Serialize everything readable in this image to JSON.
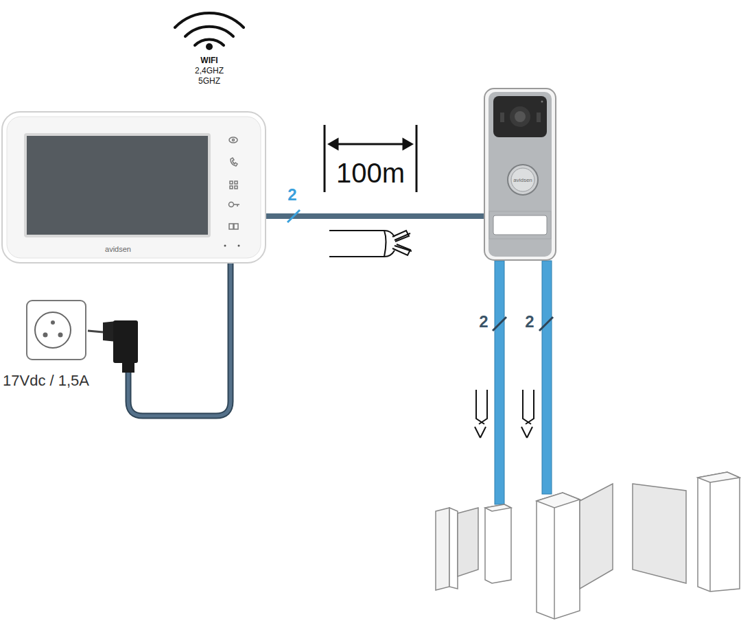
{
  "diagram": {
    "nodes": [
      {
        "text": [
          "avidsen"
        ]
      },
      {
        "text": [
          "avidsen"
        ]
      }
    ],
    "edges": [
      {
        "from": 0,
        "to": 1,
        "arrow": "none",
        "label": "2"
      }
    ],
    "labels": [
      "WIFI",
      "2,4GHZ",
      "5GHZ",
      "100m",
      "17Vdc / 1,5A",
      "2",
      "2"
    ]
  }
}
